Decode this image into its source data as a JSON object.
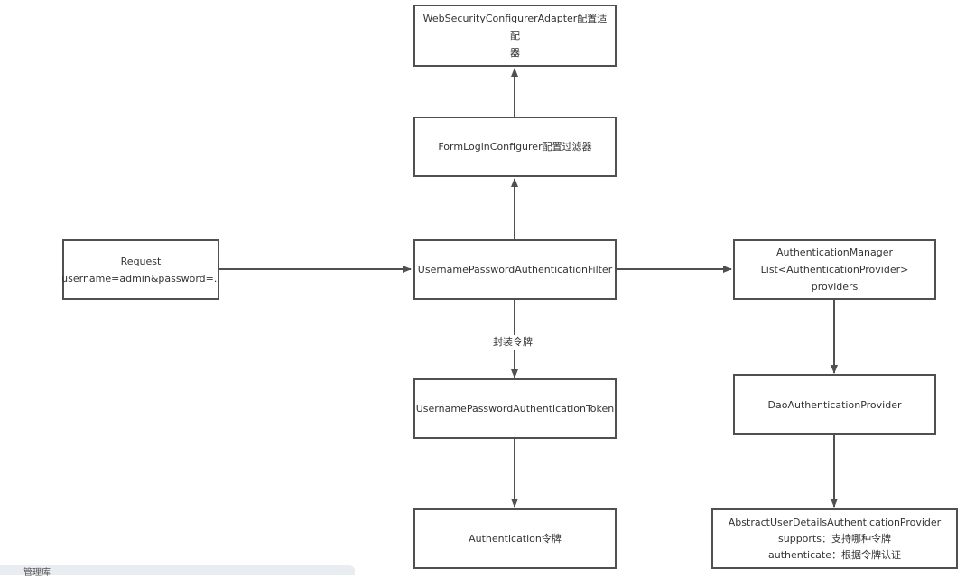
{
  "nodes": {
    "web_security_adapter": {
      "lines": [
        "WebSecurityConfigurerAdapter配置适配",
        "器"
      ]
    },
    "form_login_configurer": {
      "lines": [
        "FormLoginConfigurer配置过滤器"
      ]
    },
    "request": {
      "lines": [
        "Request",
        "username=admin&password=.."
      ]
    },
    "auth_filter": {
      "lines": [
        "UsernamePasswordAuthenticationFilter"
      ]
    },
    "auth_manager": {
      "lines": [
        "AuthenticationManager",
        "List<AuthenticationProvider> providers"
      ]
    },
    "auth_token": {
      "lines": [
        "UsernamePasswordAuthenticationToken"
      ]
    },
    "dao_provider": {
      "lines": [
        "DaoAuthenticationProvider"
      ]
    },
    "authentication": {
      "lines": [
        "Authentication令牌"
      ]
    },
    "abstract_provider": {
      "lines": [
        "AbstractUserDetailsAuthenticationProvider",
        "supports：支持哪种令牌",
        "authenticate：根据令牌认证"
      ]
    }
  },
  "edges": {
    "filter_to_token_label": "封装令牌"
  },
  "footer": {
    "text": "管理库"
  }
}
